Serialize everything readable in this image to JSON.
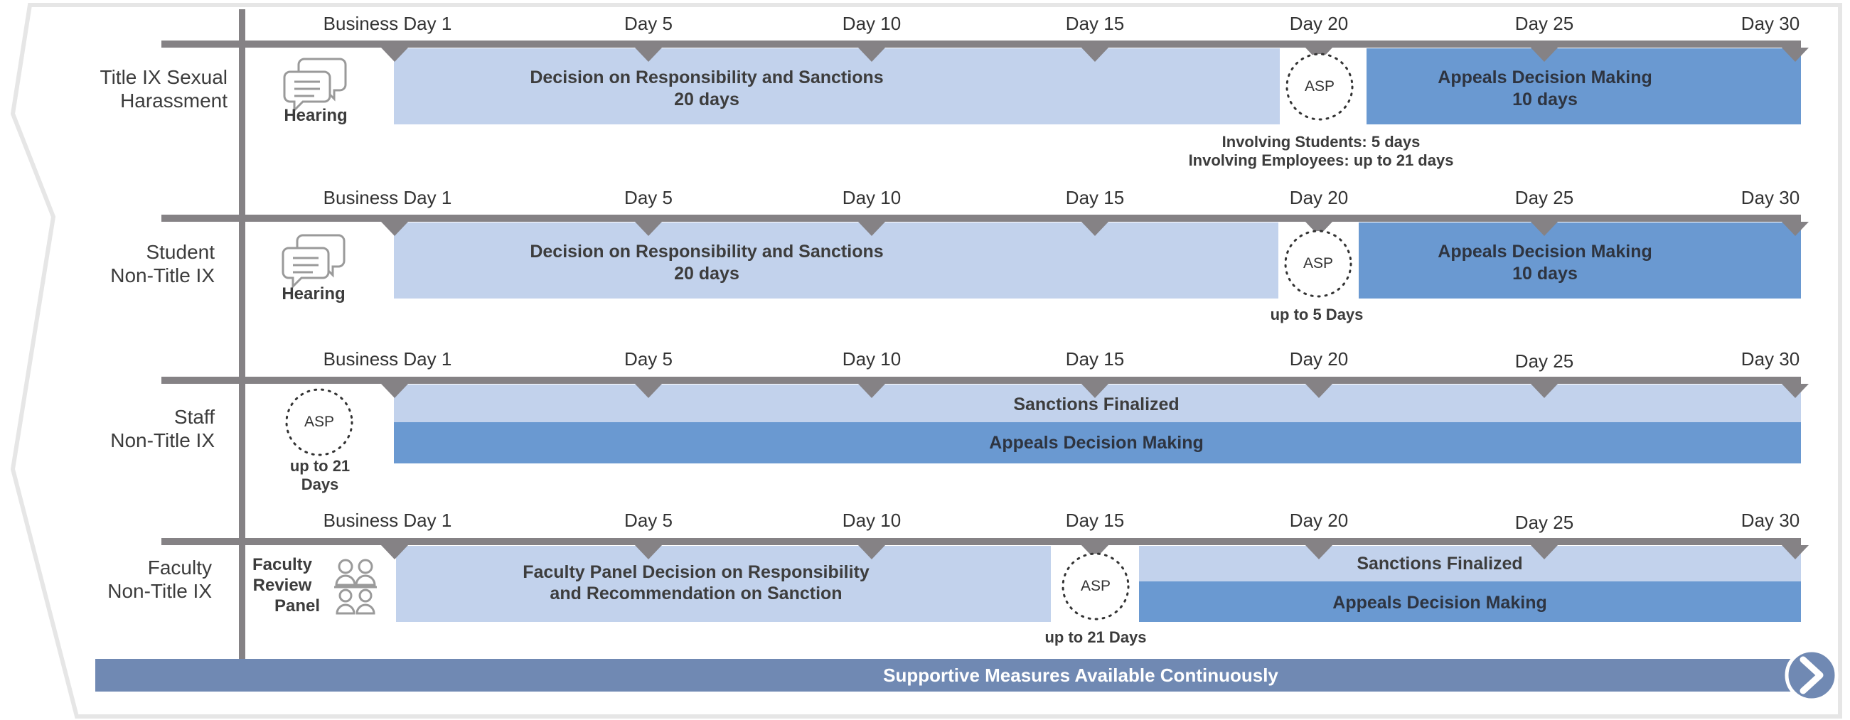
{
  "colors": {
    "light_bar": "#c2d2ec",
    "dark_bar": "#6a99d1",
    "timeline": "#858285",
    "supportive_band": "#7089b3",
    "text": "#3c3c3c"
  },
  "day_labels_first": "Business Day 1",
  "day_labels": [
    "Day 5",
    "Day 10",
    "Day 15",
    "Day 20",
    "Day 25",
    "Day 30"
  ],
  "rows": [
    {
      "label_line1": "Title IX Sexual",
      "label_line2": "Harassment",
      "icon": "speech-bubbles-icon",
      "icon_label": "Hearing",
      "decision_title": "Decision on Responsibility and Sanctions",
      "decision_days": "20 days",
      "asp": "ASP",
      "appeals_title": "Appeals Decision Making",
      "appeals_days": "10 days",
      "note_line1": "Involving Students: 5 days",
      "note_line2": "Involving Employees: up to 21 days"
    },
    {
      "label_line1": "Student",
      "label_line2": "Non-Title IX",
      "icon": "speech-bubbles-icon",
      "icon_label": "Hearing",
      "decision_title": "Decision on Responsibility and Sanctions",
      "decision_days": "20 days",
      "asp": "ASP",
      "appeals_title": "Appeals Decision Making",
      "appeals_days": "10 days",
      "note": "up to 5 Days"
    },
    {
      "label_line1": "Staff",
      "label_line2": "Non-Title IX",
      "asp": "ASP",
      "asp_note_line1": "up to 21",
      "asp_note_line2": "Days",
      "sanctions_title": "Sanctions Finalized",
      "appeals_title": "Appeals Decision Making"
    },
    {
      "label_line1": "Faculty",
      "label_line2": "Non-Title IX",
      "icon": "people-group-icon",
      "icon_label_line1": "Faculty",
      "icon_label_line2": "Review",
      "icon_label_line3": "Panel",
      "decision_line1": "Faculty Panel Decision on Responsibility",
      "decision_line2": "and Recommendation on Sanction",
      "asp": "ASP",
      "note": "up to 21 Days",
      "sanctions_title": "Sanctions Finalized",
      "appeals_title": "Appeals Decision Making"
    }
  ],
  "supportive_measures": "Supportive Measures Available Continuously"
}
